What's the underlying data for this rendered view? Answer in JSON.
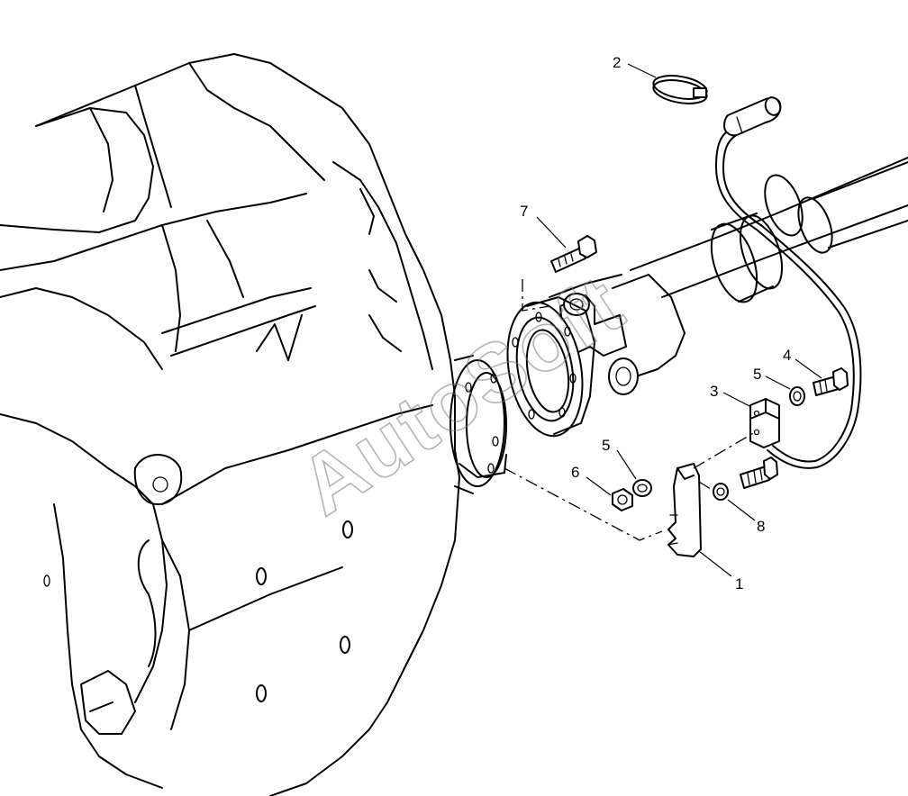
{
  "watermark": "AutoSoft",
  "callouts": [
    {
      "id": "1",
      "text": "1"
    },
    {
      "id": "2",
      "text": "2"
    },
    {
      "id": "3",
      "text": "3"
    },
    {
      "id": "4",
      "text": "4"
    },
    {
      "id": "5a",
      "text": "5"
    },
    {
      "id": "5b",
      "text": "5"
    },
    {
      "id": "6",
      "text": "6"
    },
    {
      "id": "7",
      "text": "7"
    },
    {
      "id": "8",
      "text": "8"
    }
  ]
}
